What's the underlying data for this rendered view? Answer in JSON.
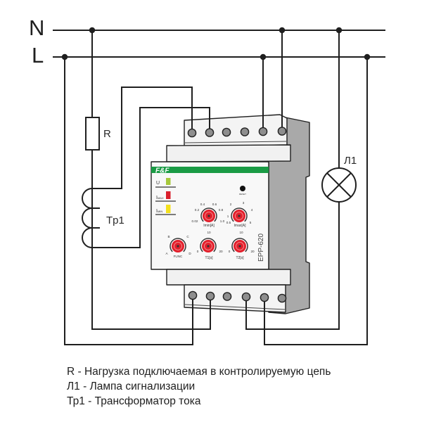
{
  "supply": {
    "neutral_label": "N",
    "line_label": "L"
  },
  "components": {
    "resistor_label": "R",
    "transformer_label": "Tp1",
    "lamp_label": "Л1"
  },
  "device": {
    "brand": "F&F",
    "model": "EPP-620",
    "reset_label": "RESET",
    "indicators": [
      {
        "label": "U",
        "sub": "",
        "color": "#a6c83c"
      },
      {
        "label": "I",
        "sub": "MAX",
        "color": "#d91f2b"
      },
      {
        "label": "I",
        "sub": "MIN",
        "color": "#f3e01c"
      }
    ],
    "dials": {
      "imin": {
        "label": "Imin[A]",
        "scale": [
          "0.02",
          "0.2",
          "0.4",
          "0.6",
          "0.8",
          "1.0"
        ]
      },
      "imax": {
        "label": "Imax[A]",
        "scale": [
          "0.5",
          "1",
          "2",
          "3",
          "4",
          "5"
        ]
      },
      "func": {
        "label": "FUNC",
        "scale": [
          "A",
          "B",
          "C",
          "D"
        ]
      },
      "t1": {
        "label": "T1[s]",
        "scale": [
          "0",
          "10",
          "20"
        ]
      },
      "t2": {
        "label": "T2[s]",
        "scale": [
          "0",
          "10",
          "20"
        ]
      }
    },
    "colors": {
      "brand_green": "#1a9b45",
      "dial_red": "#e2202c",
      "housing_side": "#a9a9a9"
    }
  },
  "legend": [
    "R - Нагрузка подключаемая в контролируемую цепь",
    "Л1 - Лампа сигнализации",
    "Тр1 - Трансформатор тока"
  ]
}
